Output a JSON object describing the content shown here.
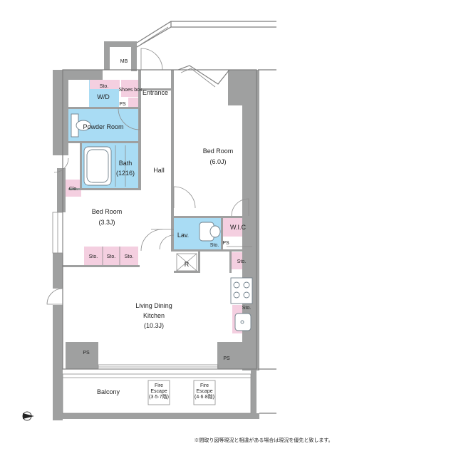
{
  "rooms": {
    "mb": "MB",
    "sto_wd": "Sto.",
    "wd": "W/D",
    "shoes_box": "Shoes box",
    "ps_top": "PS",
    "entrance": "Entrance",
    "powder_room": "Powder Room",
    "bath": "Bath",
    "bath_size": "(1216)",
    "hall": "Hall",
    "bed_room_1": "Bed Room",
    "bed_room_1_size": "(6.0J)",
    "clo": "Clo.",
    "bed_room_2": "Bed Room",
    "bed_room_2_size": "(3.3J)",
    "sto_bed_1": "Sto.",
    "sto_bed_2": "Sto.",
    "sto_bed_3": "Sto.",
    "lav": "Lav.",
    "sto_lav": "Sto.",
    "wic": "W.I.C",
    "ps_lav": "PS",
    "r": "R",
    "sto_kitchen": "Sto.",
    "sto_sink": "Sto.",
    "ldk": "Living Dining",
    "ldk_2": "Kitchen",
    "ldk_size": "(10.3J)",
    "ps_left": "PS",
    "ps_right": "PS",
    "balcony": "Balcony",
    "fire_escape_1_a": "Fire",
    "fire_escape_1_b": "Escape",
    "fire_escape_1_c": "(3·5·7階)",
    "fire_escape_2_a": "Fire",
    "fire_escape_2_b": "Escape",
    "fire_escape_2_c": "(4·6·8階)"
  },
  "footnote": "※間取り図等現況と相違がある場合は現況を優先と致します。",
  "icons": {
    "compass": "north-arrow-icon"
  },
  "colors": {
    "wall": "#9fa0a0",
    "wet_area": "#a9dcf4",
    "storage": "#f4cfe0"
  }
}
